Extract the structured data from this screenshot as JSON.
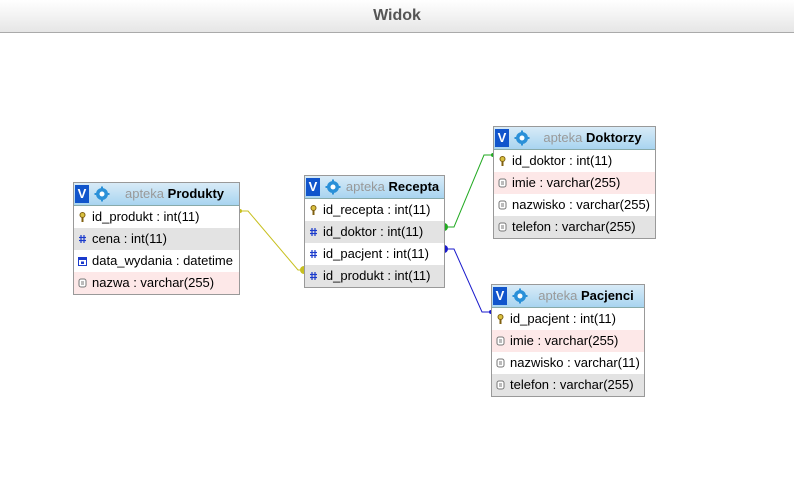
{
  "window": {
    "title": "Widok"
  },
  "tables": {
    "produkty": {
      "db": "apteka",
      "name": "Produkty",
      "fields": [
        "id_produkt : int(11)",
        "cena : int(11)",
        "data_wydania : datetime",
        "nazwa : varchar(255)"
      ]
    },
    "recepta": {
      "db": "apteka",
      "name": "Recepta",
      "fields": [
        "id_recepta : int(11)",
        "id_doktor : int(11)",
        "id_pacjent : int(11)",
        "id_produkt : int(11)"
      ]
    },
    "doktorzy": {
      "db": "apteka",
      "name": "Doktorzy",
      "fields": [
        "id_doktor : int(11)",
        "imie : varchar(255)",
        "nazwisko : varchar(255)",
        "telefon : varchar(255)"
      ]
    },
    "pacjenci": {
      "db": "apteka",
      "name": "Pacjenci",
      "fields": [
        "id_pacjent : int(11)",
        "imie : varchar(255)",
        "nazwisko : varchar(11)",
        "telefon : varchar(255)"
      ]
    }
  },
  "toggle_label": "V",
  "relation_colors": {
    "produkty": "#c8c020",
    "doktorzy": "#22aa22",
    "pacjenci": "#1a1acc"
  }
}
